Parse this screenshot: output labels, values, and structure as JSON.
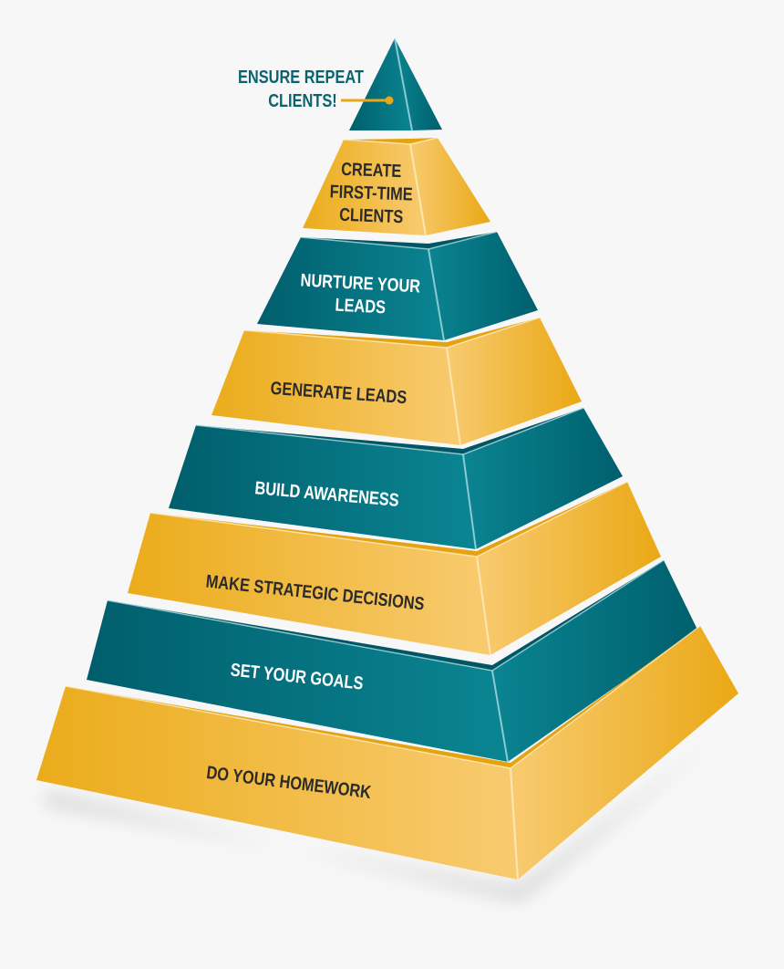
{
  "colors": {
    "teal": "#006a78",
    "teal_light": "#0b8592",
    "gold": "#ebac1b",
    "gold_light": "#f8cb70",
    "teal_text": "#0a6470",
    "dark_text": "#2b2b2b",
    "background": "#f7f7f7"
  },
  "callout": {
    "line1": "ENSURE REPEAT",
    "line2": "CLIENTS!"
  },
  "layers": [
    {
      "lines": [
        "CREATE",
        "FIRST-TIME",
        "CLIENTS"
      ],
      "color": "gold"
    },
    {
      "lines": [
        "NURTURE YOUR",
        "LEADS"
      ],
      "color": "teal"
    },
    {
      "lines": [
        "GENERATE LEADS"
      ],
      "color": "gold"
    },
    {
      "lines": [
        "BUILD AWARENESS"
      ],
      "color": "teal"
    },
    {
      "lines": [
        "MAKE STRATEGIC DECISIONS"
      ],
      "color": "gold"
    },
    {
      "lines": [
        "SET YOUR GOALS"
      ],
      "color": "teal"
    },
    {
      "lines": [
        "DO YOUR HOMEWORK"
      ],
      "color": "gold"
    }
  ]
}
